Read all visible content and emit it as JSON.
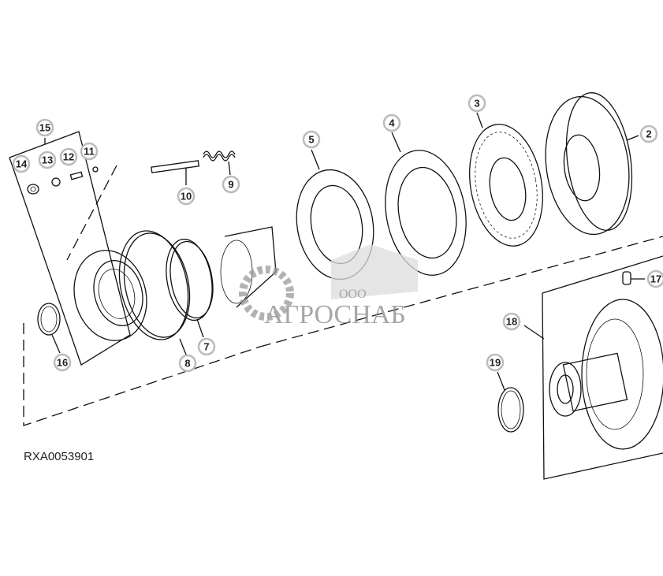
{
  "diagram": {
    "caption": "RXA0053901",
    "callouts": [
      "15",
      "14",
      "13",
      "12",
      "11",
      "10",
      "9",
      "5",
      "4",
      "3",
      "2",
      "17",
      "18",
      "19",
      "16",
      "8",
      "7"
    ],
    "watermark": {
      "small": "ООО",
      "brand": "АГРОСНАБ"
    }
  }
}
